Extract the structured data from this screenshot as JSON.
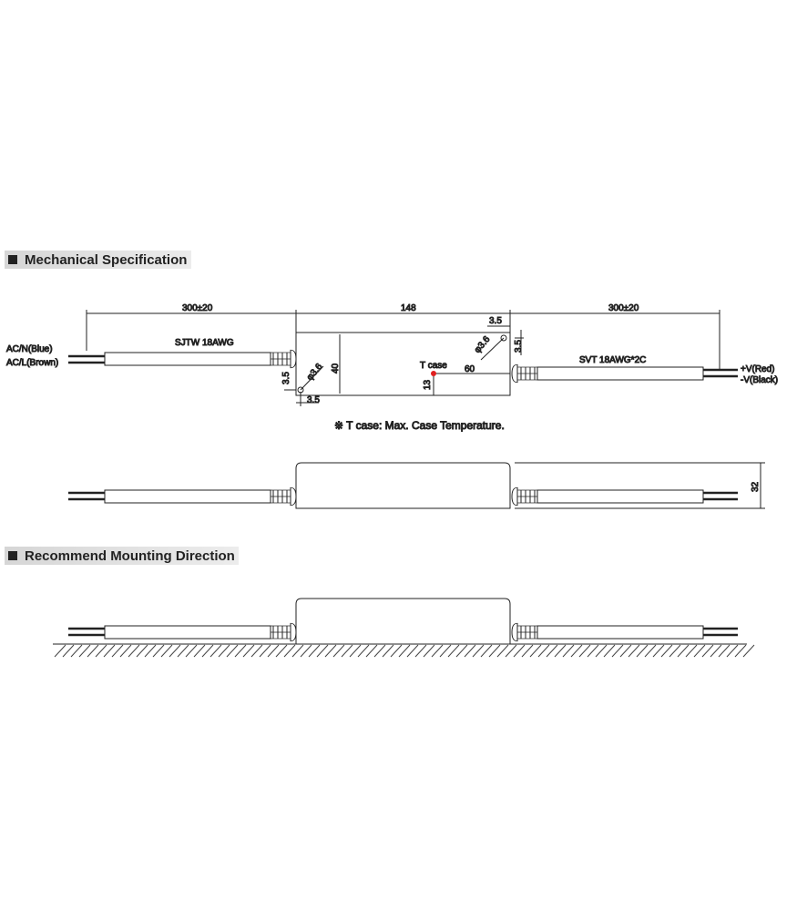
{
  "sections": {
    "mechanical": "Mechanical Specification",
    "mounting": "Recommend Mounting Direction"
  },
  "top_view": {
    "dim_left": "300±20",
    "dim_body": "148",
    "dim_right": "300±20",
    "input_cable": "SJTW  18AWG",
    "output_cable": "SVT  18AWG*2C",
    "input_n": "AC/N(Blue)",
    "input_l": "AC/L(Brown)",
    "output_pos": "+V(Red)",
    "output_neg": "-V(Black)",
    "width": "40",
    "hole_dia": "φ3.6",
    "hole_offset": "3.5",
    "tcase_label": "T case",
    "tcase_x": "60",
    "tcase_y": "13"
  },
  "note": "※ T case: Max. Case Temperature.",
  "side_view": {
    "height": "32"
  },
  "colors": {
    "tcase_dot": "#e02020"
  }
}
